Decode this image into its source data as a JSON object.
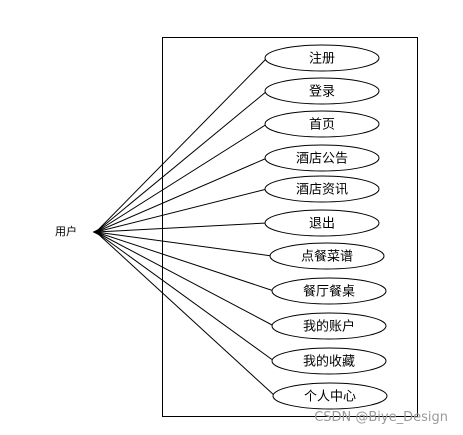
{
  "actor": {
    "label": "用户"
  },
  "use_cases": [
    {
      "label": "注册"
    },
    {
      "label": "登录"
    },
    {
      "label": "首页"
    },
    {
      "label": "酒店公告"
    },
    {
      "label": "酒店资讯"
    },
    {
      "label": "退出"
    },
    {
      "label": "点餐菜谱"
    },
    {
      "label": "餐厅餐桌"
    },
    {
      "label": "我的账户"
    },
    {
      "label": "我的收藏"
    },
    {
      "label": "个人中心"
    }
  ],
  "watermark": "CSDN @Biye_Design",
  "colors": {
    "line": "#000000",
    "fill": "#ffffff",
    "watermark": "#9a9a9a"
  }
}
